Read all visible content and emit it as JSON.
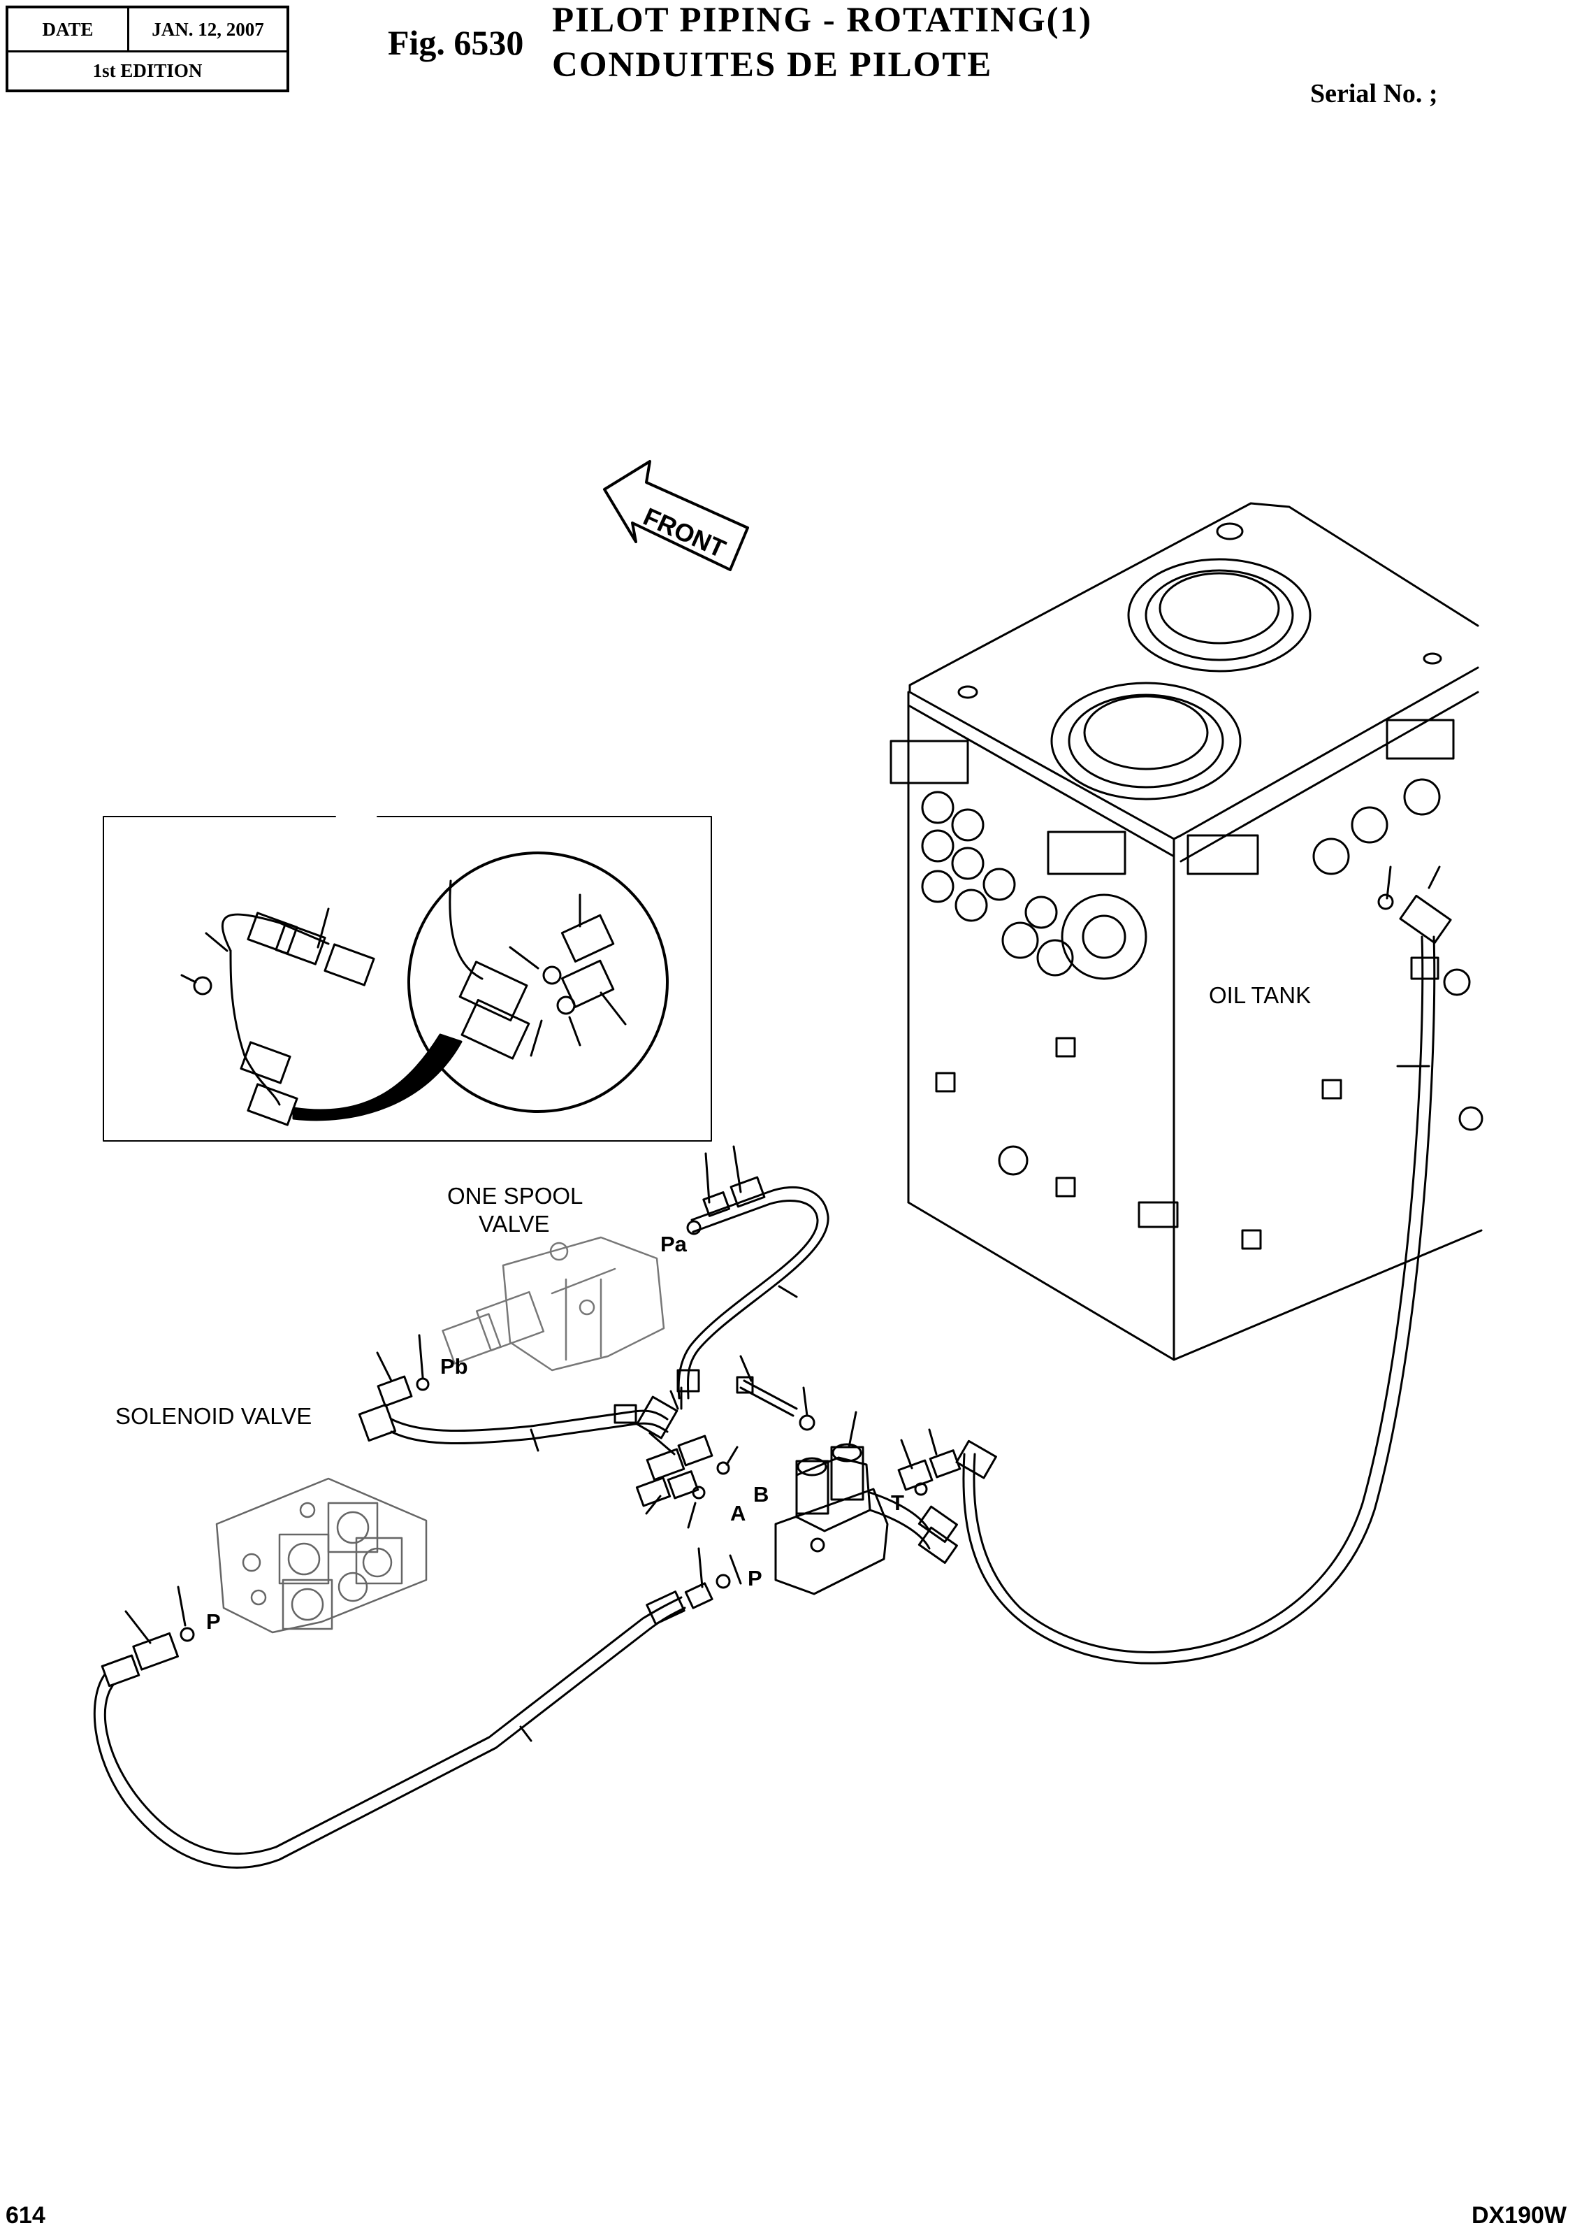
{
  "header": {
    "date_label": "DATE",
    "date_value": "JAN. 12, 2007",
    "edition": "1st EDITION"
  },
  "figure": {
    "number": "Fig. 6530",
    "title_en": "PILOT  PIPING  -  ROTATING(1)",
    "title_fr": "CONDUITES  DE  PILOTE",
    "serial": "Serial No. ;"
  },
  "labels": {
    "front": "FRONT",
    "oil_tank": "OIL TANK",
    "one_spool_line1": "ONE SPOOL",
    "one_spool_line2": "VALVE",
    "solenoid_valve": "SOLENOID VALVE",
    "port_pa": "Pa",
    "port_pb": "Pb",
    "port_a": "A",
    "port_b": "B",
    "port_t": "T",
    "port_p1": "P",
    "port_p2": "P"
  },
  "footer": {
    "page": "614",
    "model": "DX190W"
  }
}
